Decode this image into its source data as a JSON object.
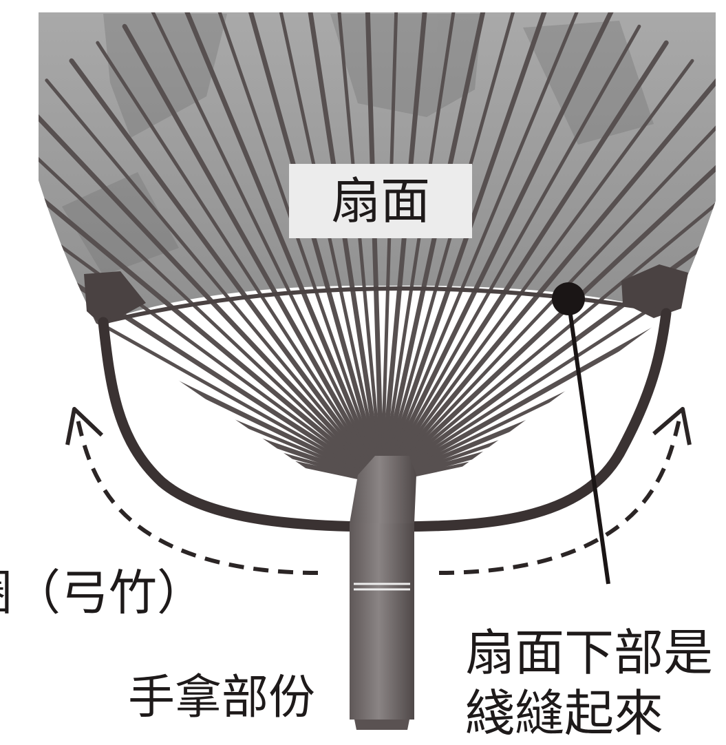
{
  "labels": {
    "fan_face": "扇面",
    "bow_ring": "圈（弓竹）",
    "handle": "手拿部份",
    "stitch_line1": "扇面下部是",
    "stitch_line2": "綫縫起來"
  },
  "colors": {
    "paper_light": "#b4b4b4",
    "paper_dark": "#8a8a8a",
    "rib": "#5a5151",
    "frame": "#3a3232",
    "bamboo": "#7a7474",
    "text": "#1e1a1a",
    "label_bg": "#ececec"
  }
}
